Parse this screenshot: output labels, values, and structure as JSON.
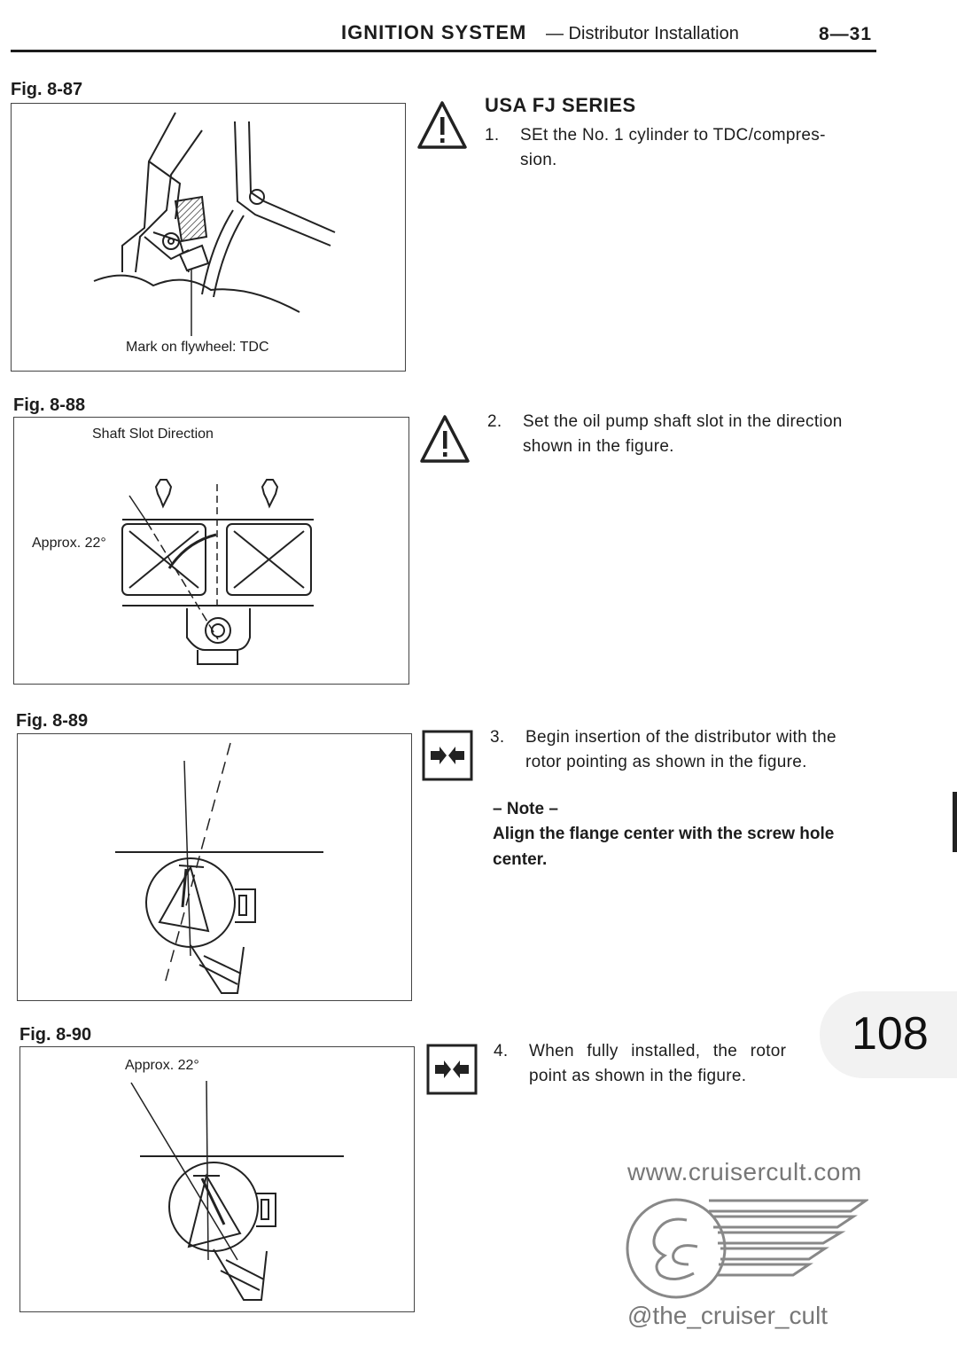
{
  "header": {
    "title": "IGNITION SYSTEM",
    "subtitle": "— Distributor Installation",
    "page": "8—31"
  },
  "figures": [
    {
      "label": "Fig. 8-87",
      "caption": "Mark on flywheel: TDC"
    },
    {
      "label": "Fig. 8-88",
      "caption": "Shaft Slot Direction",
      "angle_label": "Approx. 22°"
    },
    {
      "label": "Fig. 8-89"
    },
    {
      "label": "Fig. 8-90",
      "angle_label": "Approx. 22°"
    }
  ],
  "section_title": "USA FJ SERIES",
  "steps": [
    {
      "num": "1.",
      "lines": [
        "SEt the No. 1 cylinder to TDC/compres-",
        "sion."
      ],
      "icon": "warning-triangle-icon"
    },
    {
      "num": "2.",
      "lines": [
        "Set the oil pump shaft slot in the direction",
        "shown in the figure."
      ],
      "icon": "warning-triangle-icon"
    },
    {
      "num": "3.",
      "lines": [
        "Begin insertion of the distributor with the",
        "rotor pointing as shown in the figure."
      ],
      "icon": "align-arrows-icon"
    },
    {
      "num": "4.",
      "lines": [
        "When fully installed, the rotor",
        "point as shown in the figure."
      ],
      "icon": "align-arrows-icon"
    }
  ],
  "note": {
    "heading": "– Note –",
    "lines": [
      "Align the flange center with the screw hole",
      "center."
    ]
  },
  "badge": {
    "number": "108"
  },
  "watermark": {
    "url": "www.cruisercult.com",
    "handle": "@the_cruiser_cult"
  }
}
